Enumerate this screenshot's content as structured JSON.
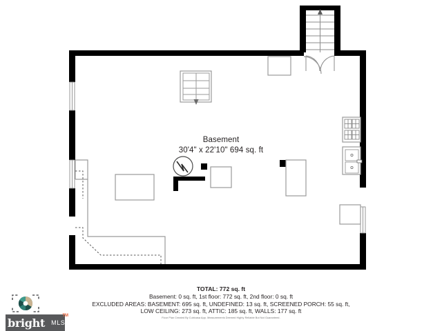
{
  "plan": {
    "room": {
      "name": "Basement",
      "dimensions": "30'4\" x 22'10\" 694 sq. ft"
    },
    "icons": {
      "stairs": "stairs-up-icon",
      "stairs_arrow": "up-arrow-icon",
      "double_door": "double-door-icon",
      "door_swing": "door-swing-icon",
      "window": "window-icon",
      "stove": "stove-cooktop-icon",
      "sink": "double-sink-icon",
      "water_heater": "water-heater-icon",
      "shelving": "shelving-unit-icon",
      "low_ceiling_boundary": "low-ceiling-dashed-boundary"
    }
  },
  "summary": {
    "total": "TOTAL: 772 sq. ft",
    "floors": "Basement: 0 sq. ft, 1st floor: 772 sq. ft, 2nd floor: 0 sq. ft",
    "excluded_1": "EXCLUDED AREAS: BASEMENT: 695 sq. ft, UNDEFINED: 13 sq. ft, SCREENED PORCH: 55 sq. ft,",
    "excluded_2": "LOW CEILING: 273 sq. ft, ATTIC: 185 sq. ft, WALLS: 177 sq. ft",
    "disclaimer": "Floor Plan Created By Cubicasa App. Measurements Deemed Highly Reliable But Not Guaranteed."
  },
  "logo": {
    "wordmark": "bright",
    "trademark": "TM",
    "suffix": "MLS",
    "mark_name": "camera-aperture-icon",
    "colors": {
      "bar": "#58595b",
      "aperture_teal": "#2e7d73",
      "aperture_dark": "#1c4f4a",
      "aperture_tan": "#c9b391",
      "trademark": "#e8623a"
    }
  },
  "colors": {
    "wall": "#000000",
    "furniture_outline": "#9a9a9a",
    "text": "#231f20",
    "dashed": "#555555"
  }
}
